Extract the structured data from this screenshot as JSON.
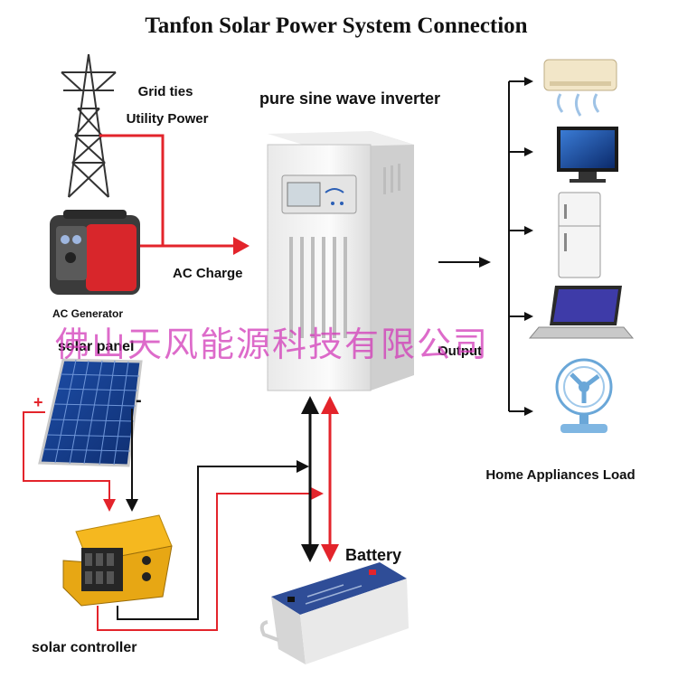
{
  "title": "Tanfon Solar Power System Connection",
  "labels": {
    "grid_ties": "Grid ties",
    "utility_power": "Utility Power",
    "inverter": "pure sine wave inverter",
    "ac_charge": "AC Charge",
    "ac_generator": "AC Generator",
    "solar_panel": "solar panel",
    "output": "Output",
    "home_appliances": "Home Appliances Load",
    "battery": "Battery",
    "solar_controller": "solar controller",
    "plus": "+",
    "minus": "-"
  },
  "watermark": "佛山天风能源科技有限公司",
  "colors": {
    "wire_red": "#e3242b",
    "wire_black": "#111111",
    "watermark": "#d13ab8"
  }
}
